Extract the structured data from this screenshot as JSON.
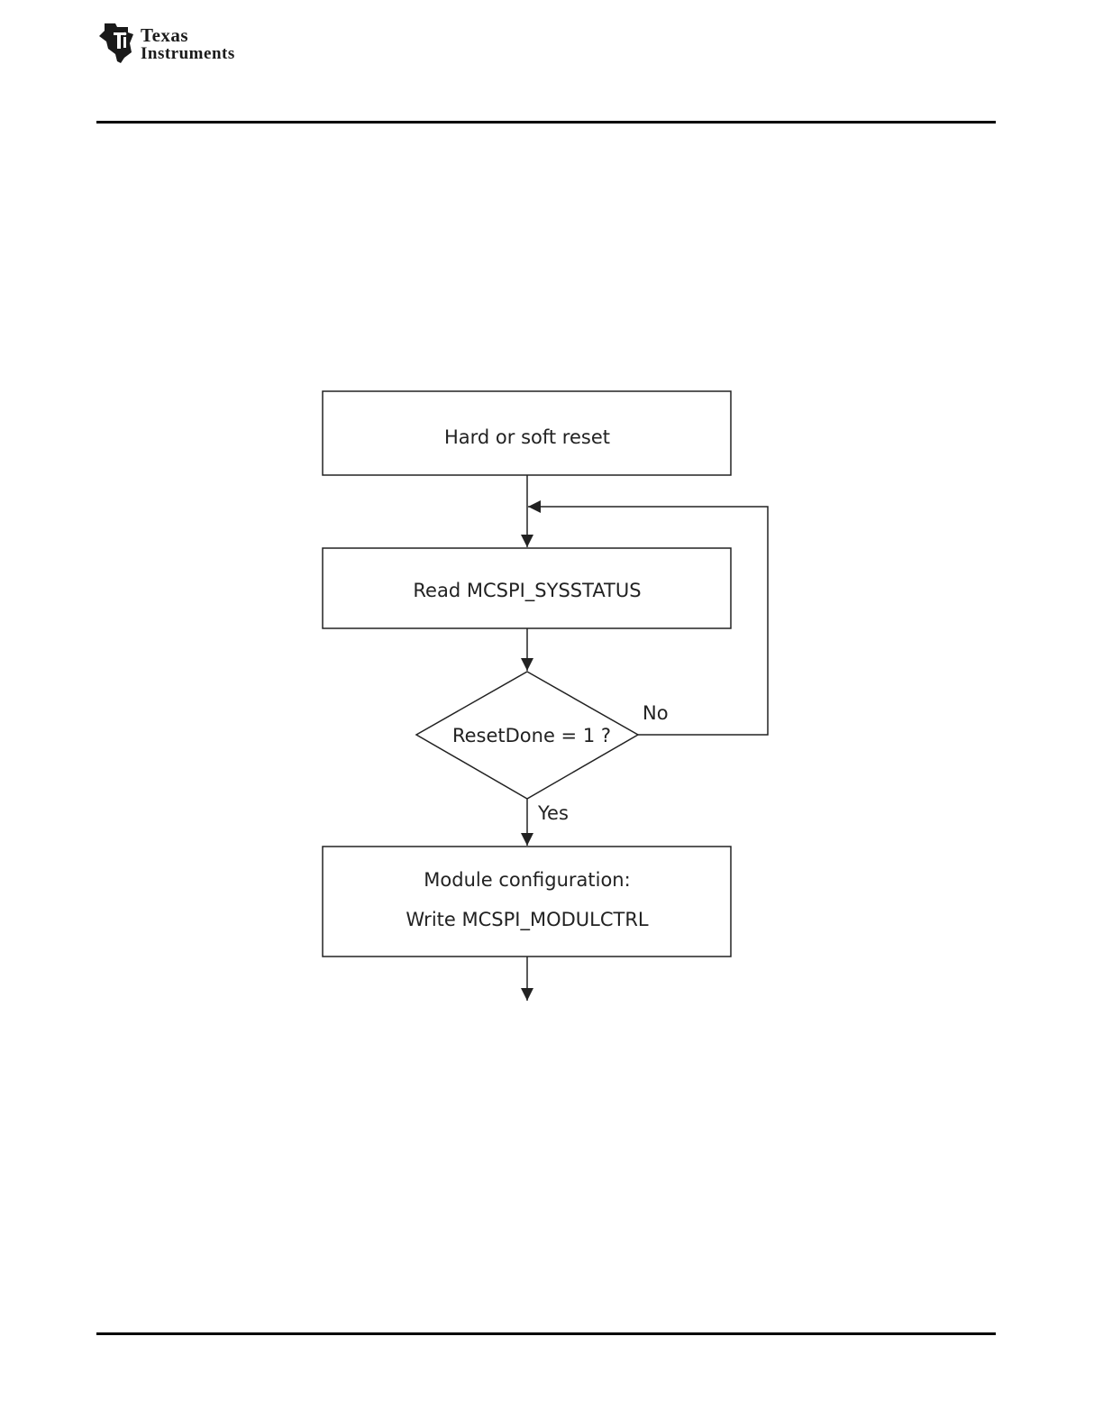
{
  "header": {
    "logo": {
      "line1": "Texas",
      "line2": "Instruments"
    }
  },
  "flowchart": {
    "nodes": {
      "reset": "Hard or soft reset",
      "read_status": "Read MCSPI_SYSSTATUS",
      "decision": "ResetDone = 1 ?",
      "config_line1": "Module configuration:",
      "config_line2": "Write MCSPI_MODULCTRL"
    },
    "edges": {
      "no": "No",
      "yes": "Yes"
    }
  },
  "colors": {
    "line": "#222222",
    "rule": "#000000"
  }
}
